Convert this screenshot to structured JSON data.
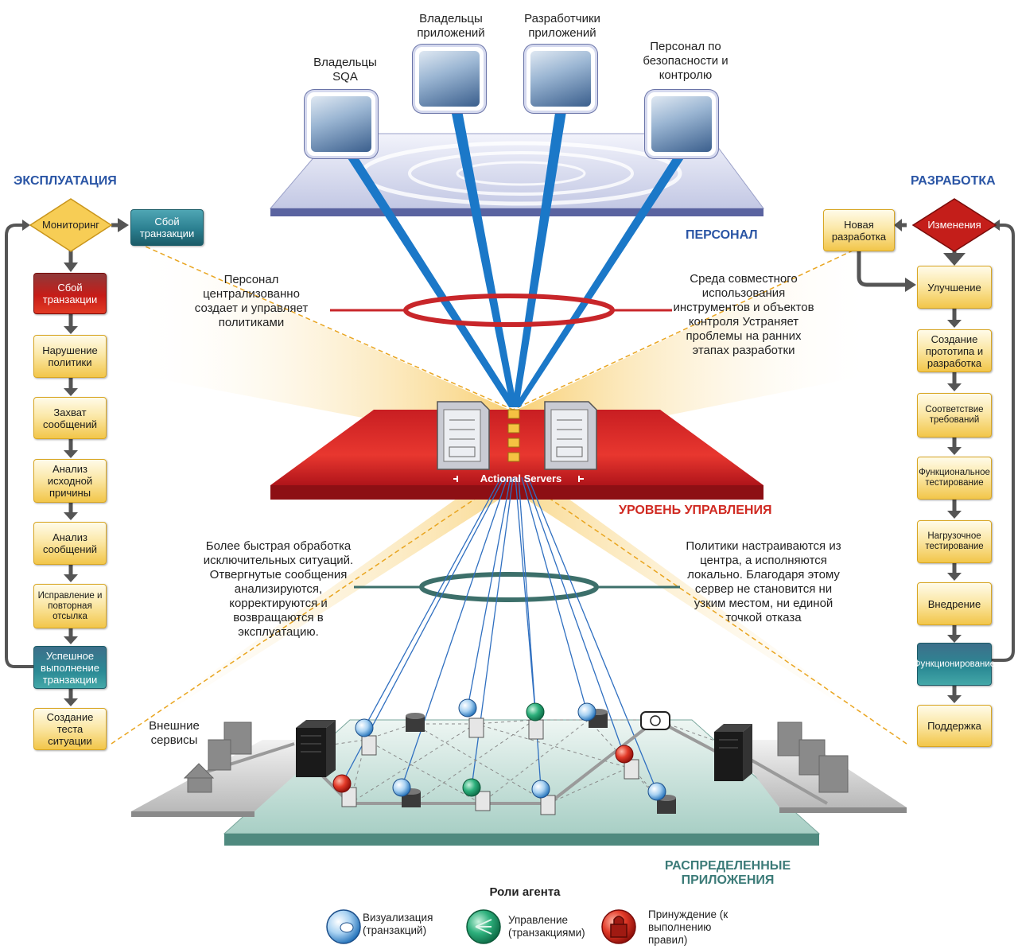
{
  "headings": {
    "exploitation": "ЭКСПЛУАТАЦИЯ",
    "development": "РАЗРАБОТКА",
    "personnel": "ПЕРСОНАЛ",
    "control_level": "УРОВЕНЬ УПРАВЛЕНИЯ",
    "distributed": "РАСПРЕДЕЛЕННЫЕ ПРИЛОЖЕНИЯ"
  },
  "roles": {
    "sqa_owners": "Владельцы SQA",
    "app_owners": "Владельцы приложений",
    "app_developers": "Разработчики приложений",
    "security_staff": "Персонал по безопасности и контролю"
  },
  "servers_label": "Actional Servers",
  "notes": {
    "personnel_policies": "Персонал централизованно создает и управляет политиками",
    "shared_env": "Среда совместного использования инструментов и объектов контроля Устраняет проблемы на ранних этапах разработки",
    "faster_processing": "Более быстрая обработка исключительных ситуаций. Отвергнутые сообщения анализируются, корректируются и возвращаются в эксплуатацию.",
    "policies_central": "Политики настраиваются из центра, а исполняются локально. Благодаря этому сервер не становится ни узким местом, ни единой точкой отказа",
    "external_services": "Внешние сервисы"
  },
  "left_flow": {
    "monitoring": "Мониторинг",
    "failure_side": "Сбой транзакции",
    "steps": [
      "Сбой транзакции",
      "Нарушение политики",
      "Захват сообщений",
      "Анализ исходной причины",
      "Анализ сообщений",
      "Исправление и повторная отсылка",
      "Успешное выполнение транзакции",
      "Создание теста ситуации"
    ]
  },
  "right_flow": {
    "changes": "Изменения",
    "new_dev": "Новая разработка",
    "steps": [
      "Улучшение",
      "Создание прототипа и разработка",
      "Соответствие требований",
      "Функциональное тестирование",
      "Нагрузочное тестирование",
      "Внедрение",
      "Функционирование",
      "Поддержка"
    ]
  },
  "legend": {
    "title": "Роли агента",
    "items": [
      {
        "label": "Визуализация (транзакций)",
        "color": "#2e7fc8"
      },
      {
        "label": "Управление (транзакциями)",
        "color": "#1f9a6a"
      },
      {
        "label": "Принуждение (к выполнению правил)",
        "color": "#d0281e"
      }
    ]
  },
  "colors": {
    "blue_heading": "#2a55a5",
    "red_heading": "#d02a22",
    "teal_heading": "#3c7b78",
    "beam_blue": "#1b78c8",
    "plane_red": "#d8242a",
    "plane_lavender": "#c9cde6",
    "plane_teal": "#a9cfc6"
  }
}
